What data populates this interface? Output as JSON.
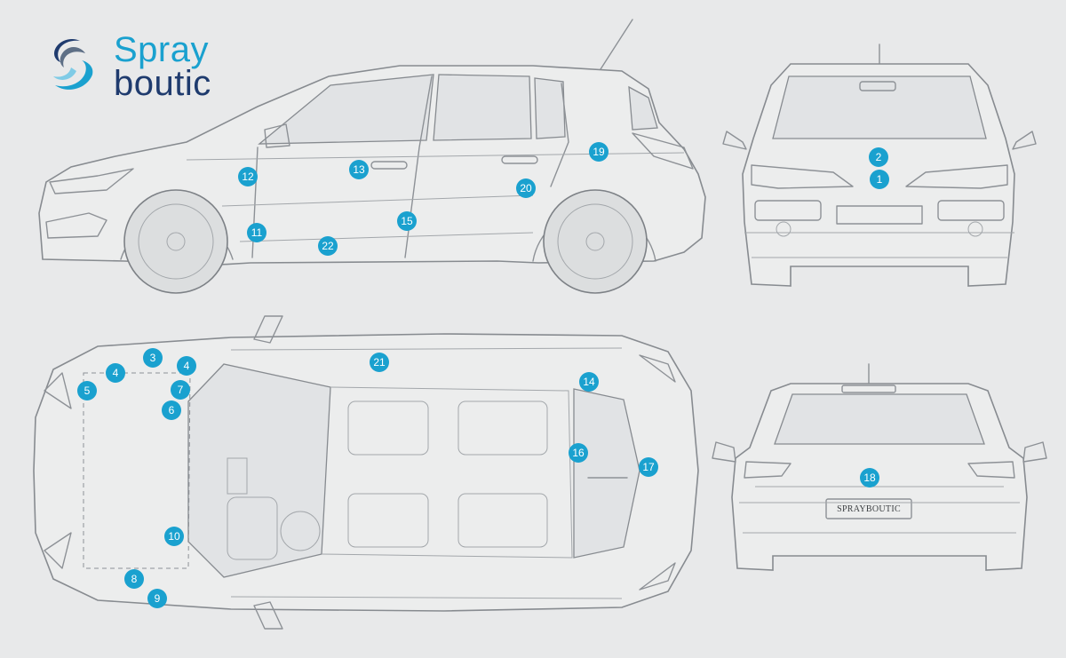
{
  "logo": {
    "line1": "Spray",
    "line2": "boutic",
    "colors": {
      "primary": "#1aa1cf",
      "secondary": "#1f3b6e"
    }
  },
  "plate_text": "SPRAYBOUTIC",
  "marker_color": "#1aa1cf",
  "markers": [
    "1",
    "2",
    "3",
    "4",
    "4",
    "5",
    "6",
    "7",
    "8",
    "9",
    "10",
    "11",
    "12",
    "13",
    "14",
    "15",
    "16",
    "17",
    "18",
    "19",
    "20",
    "21",
    "22"
  ]
}
